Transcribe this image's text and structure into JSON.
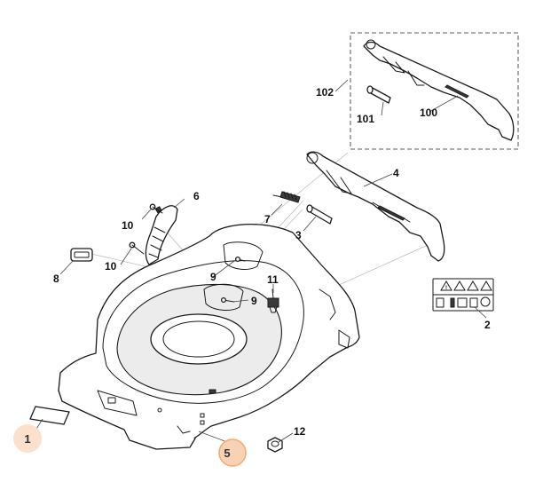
{
  "callouts": {
    "c1": "1",
    "c2": "2",
    "c3": "3",
    "c4": "4",
    "c5": "5",
    "c6": "6",
    "c7": "7",
    "c8": "8",
    "c9a": "9",
    "c9b": "9",
    "c10a": "10",
    "c10b": "10",
    "c11": "11",
    "c12": "12",
    "c100": "100",
    "c101": "101",
    "c102": "102"
  },
  "highlighted_callouts": [
    "1",
    "5"
  ],
  "colors": {
    "highlight_fill": "#f8d2b4",
    "highlight_stroke": "#f3a96c",
    "line": "#1a1a1a"
  },
  "icons": [
    "warning-sign-label",
    "stop-symbol-icon"
  ]
}
